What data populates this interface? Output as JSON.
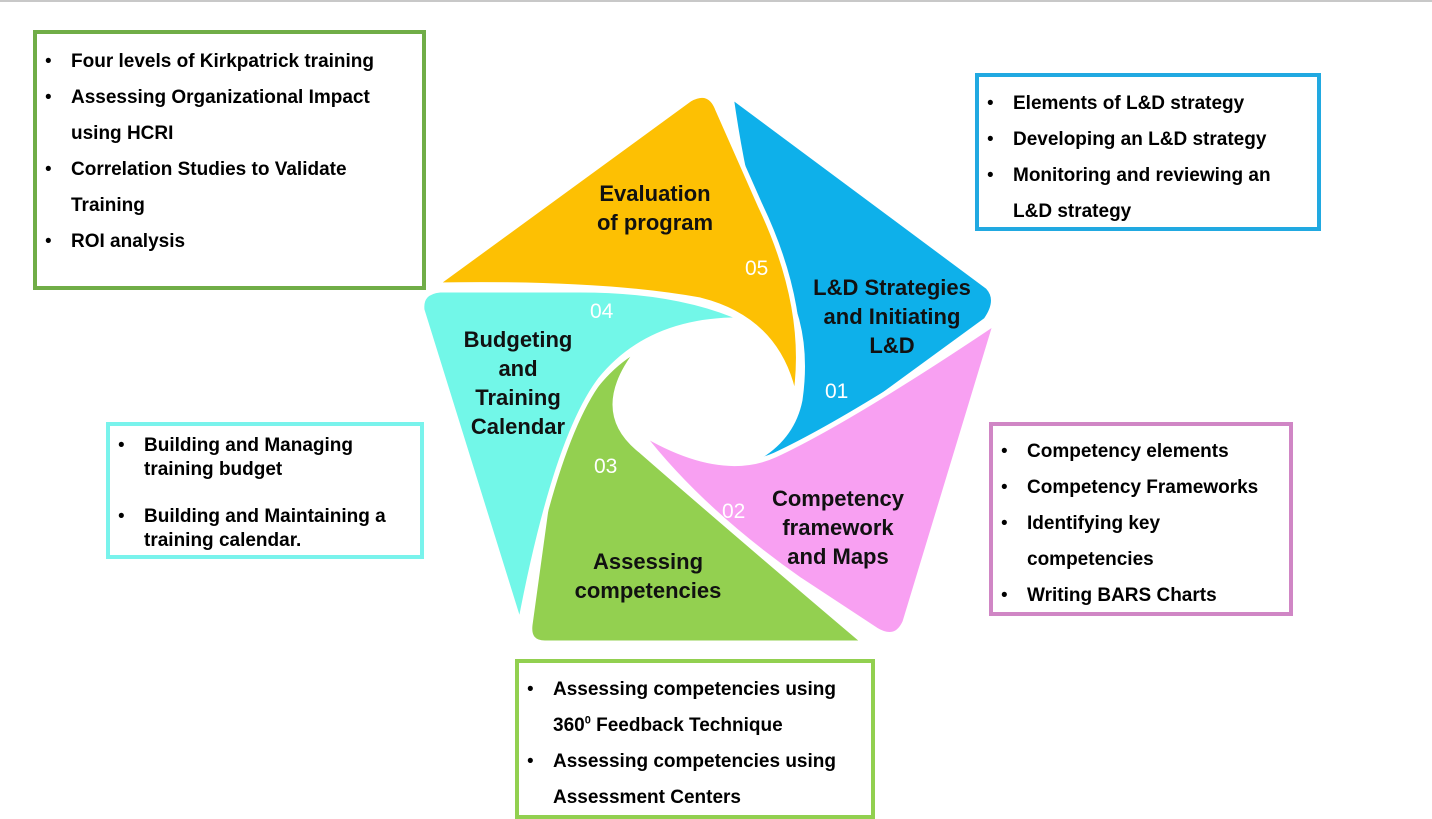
{
  "colors": {
    "blue": "#0eb0ea",
    "pink": "#f8a0f2",
    "green": "#93d050",
    "cyan": "#72f7e8",
    "orange": "#fdc003",
    "box_green_dark": "#70ad47",
    "box_blue": "#21a9e1",
    "box_cyan": "#79f3ec",
    "box_pink": "#d086c5",
    "box_green": "#92d050"
  },
  "segments": [
    {
      "id": "01",
      "label_lines": [
        "L&D Strategies",
        "and Initiating",
        "L&D"
      ],
      "color": "blue"
    },
    {
      "id": "02",
      "label_lines": [
        "Competency",
        "framework",
        "and Maps"
      ],
      "color": "pink"
    },
    {
      "id": "03",
      "label_lines": [
        "Assessing",
        "competencies"
      ],
      "color": "green"
    },
    {
      "id": "04",
      "label_lines": [
        "Budgeting",
        "and",
        "Training",
        "Calendar"
      ],
      "color": "cyan"
    },
    {
      "id": "05",
      "label_lines": [
        "Evaluation",
        "of program"
      ],
      "color": "orange"
    }
  ],
  "boxes": {
    "evaluation": [
      "Four levels of Kirkpatrick training",
      "Assessing Organizational Impact using HCRI",
      "Correlation Studies to Validate Training",
      "ROI analysis"
    ],
    "strategy": [
      "Elements of L&D strategy",
      "Developing an L&D strategy",
      "Monitoring and reviewing an L&D strategy"
    ],
    "budget": [
      "Building and Managing training budget",
      "Building and Maintaining a training calendar."
    ],
    "competency": [
      "Competency elements",
      "Competency Frameworks",
      "Identifying key competencies",
      "Writing BARS Charts"
    ],
    "assessing": {
      "item1_before": "Assessing competencies using 360",
      "item1_sup": "0",
      "item1_after": " Feedback Technique",
      "item2": "Assessing competencies using Assessment Centers"
    }
  }
}
